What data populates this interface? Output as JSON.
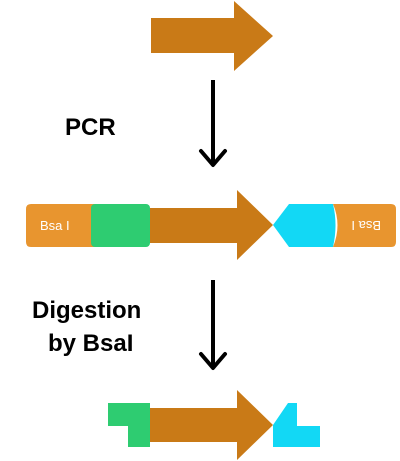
{
  "labels": {
    "pcr": "PCR",
    "digestion_line1": "Digestion",
    "digestion_line2": "by BsaI"
  },
  "elements": {
    "left_site": "Bsa I",
    "right_site": "Bsa I"
  },
  "colors": {
    "insert_arrow": "#c97a17",
    "bsai_site": "#e8952f",
    "left_overhang": "#2ecc71",
    "right_overhang": "#12d8f5",
    "process_arrow": "#000000"
  }
}
